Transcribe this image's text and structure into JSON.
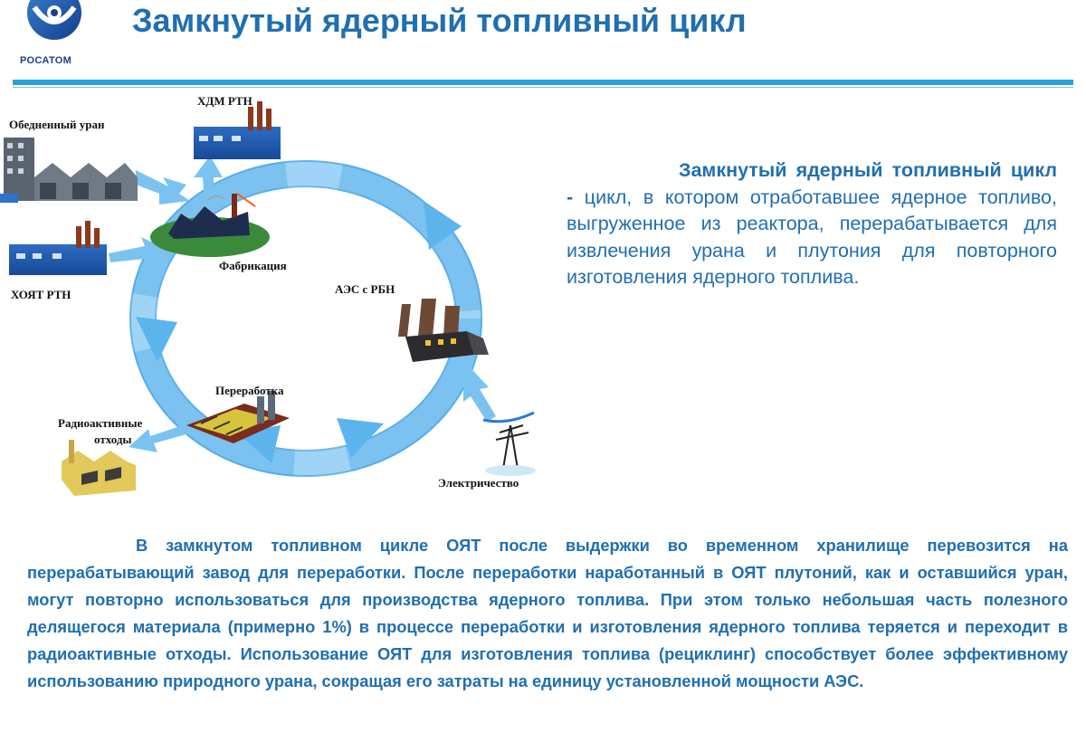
{
  "header": {
    "logo_text": "РОСАТОМ",
    "title": "Замкнутый ядерный топливный цикл"
  },
  "diagram": {
    "labels": {
      "depleted_uranium": "Обедненный уран",
      "hdm_rtn": "ХДМ РТН",
      "hoyat_rtn": "ХОЯТ РТН",
      "fabrication": "Фабрикация",
      "npp": "АЭС с РБН",
      "reprocessing": "Переработка",
      "radioactive_waste_line1": "Радиоактивные",
      "radioactive_waste_line2": "отходы",
      "electricity": "Электричество"
    }
  },
  "definition": {
    "term": "Замкнутый ядерный топливный цикл -",
    "text": " цикл, в котором отработавшее ядерное топливо, выгруженное из реактора, перерабатывается для извлечения урана и плутония для повторного изготовления ядерного топлива."
  },
  "paragraph": "В замкнутом топливном цикле ОЯТ после выдержки во временном хранилище перевозится на перерабатывающий завод для переработки. После переработки наработанный в ОЯТ плутоний, как и оставшийся уран, могут повторно использоваться для производства ядерного топлива. При этом только небольшая часть полезного делящегося материала (примерно 1%) в процессе переработки и изготовления ядерного топлива теряется и переходит в радиоактивные отходы. Использование ОЯТ для изготовления топлива (рециклинг) способствует более эффективному использованию природного урана, сокращая его затраты на единицу установленной мощности АЭС.",
  "colors": {
    "brand_blue": "#1f6fb2",
    "rule": "#2aa0dc",
    "cycle_light": "#bfe3fb",
    "cycle_dark": "#3f9fe0"
  }
}
